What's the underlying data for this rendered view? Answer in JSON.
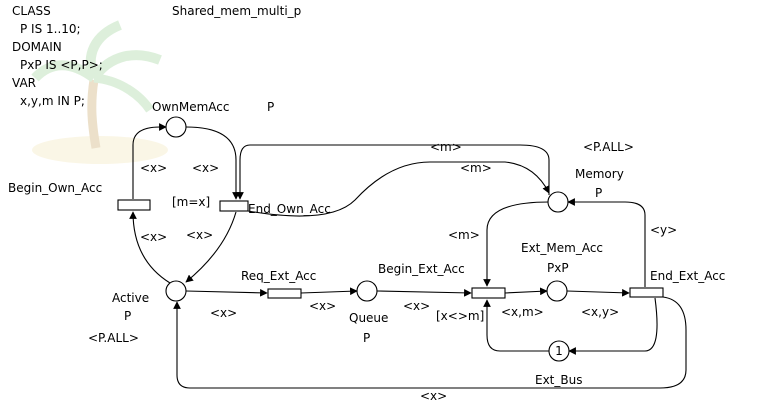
{
  "declarations": {
    "lines": [
      "CLASS",
      "  P IS 1..10;",
      "DOMAIN",
      "  PxP IS <P,P>;",
      "VAR",
      "  x,y,m IN P;"
    ]
  },
  "title": "Shared_mem_multi_p",
  "places": {
    "own_mem_acc": {
      "name": "OwnMemAcc",
      "domain": "P"
    },
    "memory": {
      "name": "Memory",
      "domain": "P",
      "marking": "<P.ALL>"
    },
    "active": {
      "name": "Active",
      "domain": "P",
      "marking": "<P.ALL>"
    },
    "queue": {
      "name": "Queue",
      "domain": "P"
    },
    "ext_mem_acc": {
      "name": "Ext_Mem_Acc",
      "domain": "PxP"
    },
    "ext_bus": {
      "name": "Ext_Bus",
      "marking": "1"
    }
  },
  "transitions": {
    "begin_own_acc": {
      "name": "Begin_Own_Acc"
    },
    "end_own_acc": {
      "name": "End_Own_Acc",
      "guard": "[m=x]"
    },
    "req_ext_acc": {
      "name": "Req_Ext_Acc"
    },
    "begin_ext_acc": {
      "name": "Begin_Ext_Acc",
      "guard": "[x<>m]"
    },
    "end_ext_acc": {
      "name": "End_Ext_Acc"
    }
  },
  "arc_labels": {
    "begin_own_to_ownmem": "<x>",
    "ownmem_to_end_own": "<x>",
    "active_to_begin_own": "<x>",
    "end_own_to_active": "<x>",
    "memory_to_end_own": "<m>",
    "end_own_to_memory": "<m>",
    "memory_to_begin_ext": "<m>",
    "end_ext_to_memory": "<y>",
    "active_to_req": "<x>",
    "req_to_queue": "<x>",
    "queue_to_begin_ext": "<x>",
    "begin_ext_to_extmem": "<x,m>",
    "extmem_to_end_ext": "<x,y>",
    "end_ext_to_active": "<x>"
  }
}
